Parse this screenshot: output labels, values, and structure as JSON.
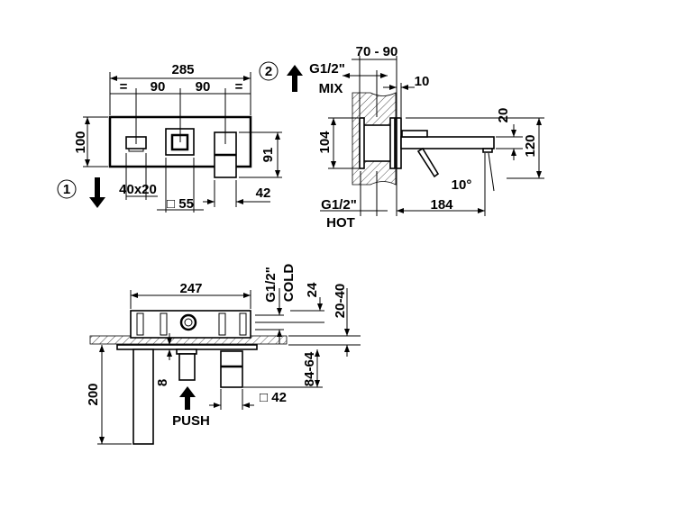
{
  "front_view": {
    "callout": "1",
    "width_total": "285",
    "equal_left": "=",
    "spacing_left": "90",
    "spacing_right": "90",
    "equal_right": "=",
    "height": "100",
    "lever_height": "91",
    "knob_size": "40x20",
    "button_size": "□ 55",
    "lever_width": "42"
  },
  "side_view": {
    "callout": "2",
    "mix_thread": "G1/2\"",
    "mix_label": "MIX",
    "wall_depth": "70 - 90",
    "flange_offset": "10",
    "body_height": "104",
    "spout_thickness": "20",
    "total_height": "120",
    "angle": "10°",
    "spout_length": "184",
    "hot_thread": "G1/2\"",
    "hot_label": "HOT"
  },
  "top_view": {
    "body_width": "247",
    "cold_thread": "G1/2\"",
    "cold_label": "COLD",
    "inlet_offset": "24",
    "cover_range": "20-40",
    "protrusion_range": "84-64",
    "button_gap": "8",
    "spout_projection": "200",
    "push_label": "PUSH",
    "lever_size": "□ 42"
  }
}
